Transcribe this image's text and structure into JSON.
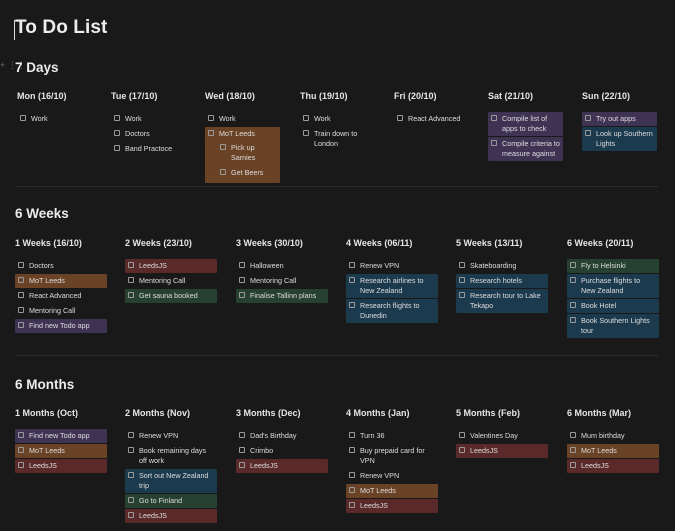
{
  "page": {
    "title": "To Do List"
  },
  "colors": {
    "orange": "#6a4225",
    "purple": "#3f3354",
    "teal": "#1c3a4d",
    "red": "#5a2a2a",
    "green": "#26412f"
  },
  "days": {
    "heading": "7 Days",
    "columns": [
      {
        "label": "Mon (16/10)",
        "items": [
          {
            "text": "Work",
            "color": ""
          }
        ]
      },
      {
        "label": "Tue (17/10)",
        "items": [
          {
            "text": "Work",
            "color": ""
          },
          {
            "text": "Doctors",
            "color": ""
          },
          {
            "text": "Band Practoce",
            "color": ""
          }
        ]
      },
      {
        "label": "Wed (18/10)",
        "items": [
          {
            "text": "Work",
            "color": ""
          },
          {
            "text": "MoT Leeds",
            "color": "orange",
            "subitems": [
              {
                "text": "Pick up Sarnies"
              },
              {
                "text": "Get Beers"
              }
            ]
          }
        ]
      },
      {
        "label": "Thu (19/10)",
        "items": [
          {
            "text": "Work",
            "color": ""
          },
          {
            "text": "Train down to London",
            "color": ""
          }
        ]
      },
      {
        "label": "Fri (20/10)",
        "items": [
          {
            "text": "React Advanced",
            "color": ""
          }
        ]
      },
      {
        "label": "Sat (21/10)",
        "items": [
          {
            "text": "Compile list of apps to check",
            "color": "purple"
          },
          {
            "text": "Compile criteria to measure against",
            "color": "purple"
          }
        ]
      },
      {
        "label": "Sun (22/10)",
        "items": [
          {
            "text": "Try out apps",
            "color": "purple"
          },
          {
            "text": "Look up Southern Lights",
            "color": "teal"
          }
        ]
      }
    ]
  },
  "weeks": {
    "heading": "6 Weeks",
    "columns": [
      {
        "label": "1 Weeks (16/10)",
        "items": [
          {
            "text": "Doctors",
            "color": ""
          },
          {
            "text": "MoT Leeds",
            "color": "orange"
          },
          {
            "text": "React Advanced",
            "color": ""
          },
          {
            "text": "Mentoring Call",
            "color": ""
          },
          {
            "text": "Find new Todo app",
            "color": "purple"
          }
        ]
      },
      {
        "label": "2 Weeks (23/10)",
        "items": [
          {
            "text": "LeedsJS",
            "color": "red"
          },
          {
            "text": "Mentoring Call",
            "color": ""
          },
          {
            "text": "Get sauna booked",
            "color": "green"
          }
        ]
      },
      {
        "label": "3 Weeks (30/10)",
        "items": [
          {
            "text": "Halloween",
            "color": ""
          },
          {
            "text": "Mentoring Call",
            "color": ""
          },
          {
            "text": "Finalise Tallinn plans",
            "color": "green"
          }
        ]
      },
      {
        "label": "4 Weeks (06/11)",
        "items": [
          {
            "text": "Renew VPN",
            "color": ""
          },
          {
            "text": "Research airlines to New Zealand",
            "color": "teal"
          },
          {
            "text": "Research flights to Dunedin",
            "color": "teal"
          }
        ]
      },
      {
        "label": "5 Weeks (13/11)",
        "items": [
          {
            "text": "Skateboarding",
            "color": ""
          },
          {
            "text": "Research hotels",
            "color": "teal"
          },
          {
            "text": "Research tour to Lake Tekapo",
            "color": "teal"
          }
        ]
      },
      {
        "label": "6 Weeks (20/11)",
        "items": [
          {
            "text": "Fly to Helsinki",
            "color": "green"
          },
          {
            "text": "Purchase flights to New Zealand",
            "color": "teal"
          },
          {
            "text": "Book Hotel",
            "color": "teal"
          },
          {
            "text": "Book Southern Lights tour",
            "color": "teal"
          }
        ]
      }
    ]
  },
  "months": {
    "heading": "6 Months",
    "columns": [
      {
        "label": "1 Months (Oct)",
        "items": [
          {
            "text": "Find new Todo app",
            "color": "purple"
          },
          {
            "text": "MoT Leeds",
            "color": "orange"
          },
          {
            "text": "LeedsJS",
            "color": "red"
          }
        ]
      },
      {
        "label": "2 Months (Nov)",
        "items": [
          {
            "text": "Renew VPN",
            "color": ""
          },
          {
            "text": "Book remaining days off work",
            "color": ""
          },
          {
            "text": "Sort out New Zealand trip",
            "color": "teal"
          },
          {
            "text": "Go to Finland",
            "color": "green"
          },
          {
            "text": "LeedsJS",
            "color": "red"
          }
        ]
      },
      {
        "label": "3 Months (Dec)",
        "items": [
          {
            "text": "Dad's Birthday",
            "color": ""
          },
          {
            "text": "Crimbo",
            "color": ""
          },
          {
            "text": "LeedsJS",
            "color": "red"
          }
        ]
      },
      {
        "label": "4 Months (Jan)",
        "items": [
          {
            "text": "Turn 36",
            "color": ""
          },
          {
            "text": "Buy prepaid card for VPN",
            "color": ""
          },
          {
            "text": "Renew VPN",
            "color": ""
          },
          {
            "text": "MoT Leeds",
            "color": "orange"
          },
          {
            "text": "LeedsJS",
            "color": "red"
          }
        ]
      },
      {
        "label": "5 Months (Feb)",
        "items": [
          {
            "text": "Valentines Day",
            "color": ""
          },
          {
            "text": "LeedsJS",
            "color": "red"
          }
        ]
      },
      {
        "label": "6 Months (Mar)",
        "items": [
          {
            "text": "Mum birthday",
            "color": ""
          },
          {
            "text": "MoT Leeds",
            "color": "orange"
          },
          {
            "text": "LeedsJS",
            "color": "red"
          }
        ]
      }
    ]
  }
}
